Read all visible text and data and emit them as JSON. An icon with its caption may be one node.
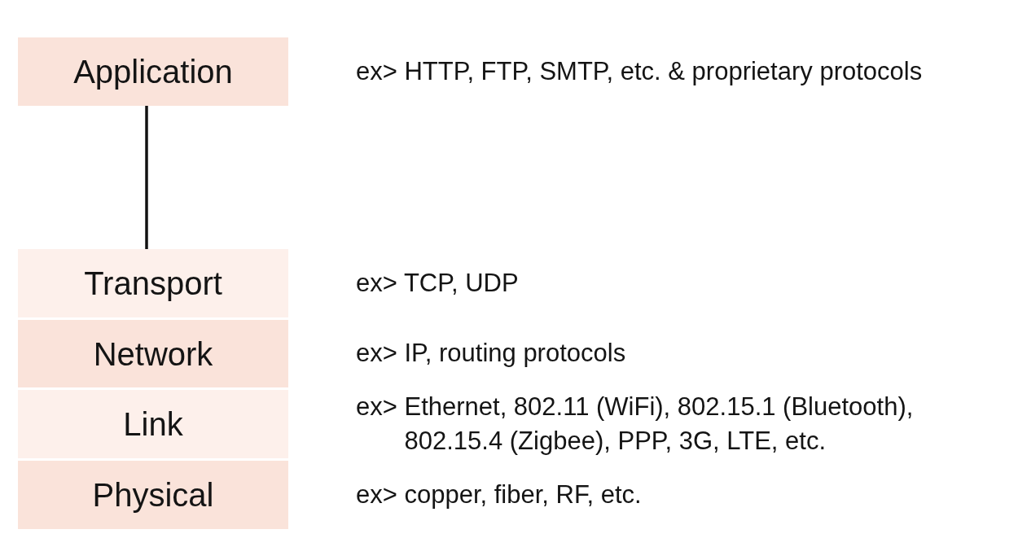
{
  "diagram": {
    "nodes": [
      {
        "text": [
          "Application"
        ],
        "beside": [
          "ex> HTTP, FTP, SMTP, etc. & proprietary protocols"
        ]
      },
      {
        "text": [
          "Transport"
        ],
        "beside": [
          "ex> TCP, UDP"
        ]
      },
      {
        "text": [
          "Network"
        ],
        "beside": [
          "ex> IP, routing protocols"
        ]
      },
      {
        "text": [
          "Link"
        ],
        "beside": [
          "ex> Ethernet, 802.11 (WiFi), 802.15.1 (Bluetooth), 802.15.4 (Zigbee), PPP, 3G, LTE, etc."
        ]
      },
      {
        "text": [
          "Physical"
        ],
        "beside": [
          "ex> copper, fiber, RF, etc."
        ]
      }
    ],
    "edges": [
      {
        "from": 0,
        "to": 1,
        "arrow": "none"
      }
    ]
  }
}
